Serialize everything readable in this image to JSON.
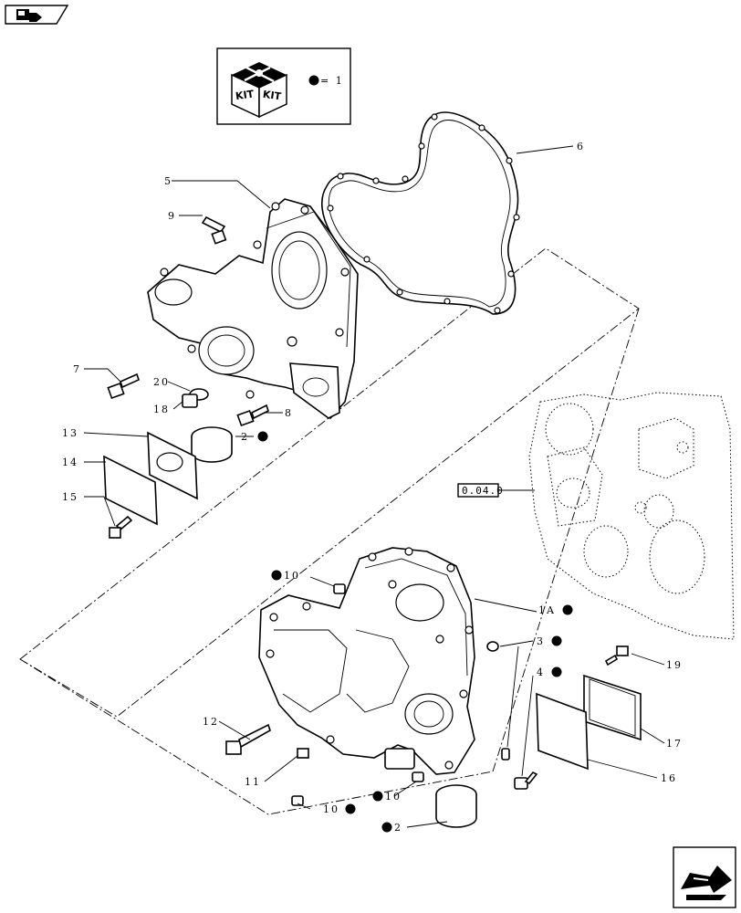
{
  "kit": {
    "badge_left": "KIT",
    "badge_right": "KIT",
    "legend_text": "= 1"
  },
  "reference": {
    "code": "0.04.0"
  },
  "callouts": {
    "c6": "6",
    "c5": "5",
    "c9": "9",
    "c7": "7",
    "c20": "20",
    "c18": "18",
    "c8": "8",
    "c2_upper": "2",
    "c13": "13",
    "c14": "14",
    "c15": "15",
    "c10_top": "10",
    "c1A": "1A",
    "c3": "3",
    "c4": "4",
    "c19": "19",
    "c12": "12",
    "c11": "11",
    "c17": "17",
    "c16": "16",
    "c10_mid": "10",
    "c10_low": "10",
    "c2_lower": "2"
  },
  "icons": {
    "top_left": "arrow-tab-icon",
    "bottom_right": "next-page-arrow-icon",
    "kit_box": "kit-box-icon",
    "kit_dot": "kit-dot-icon"
  }
}
